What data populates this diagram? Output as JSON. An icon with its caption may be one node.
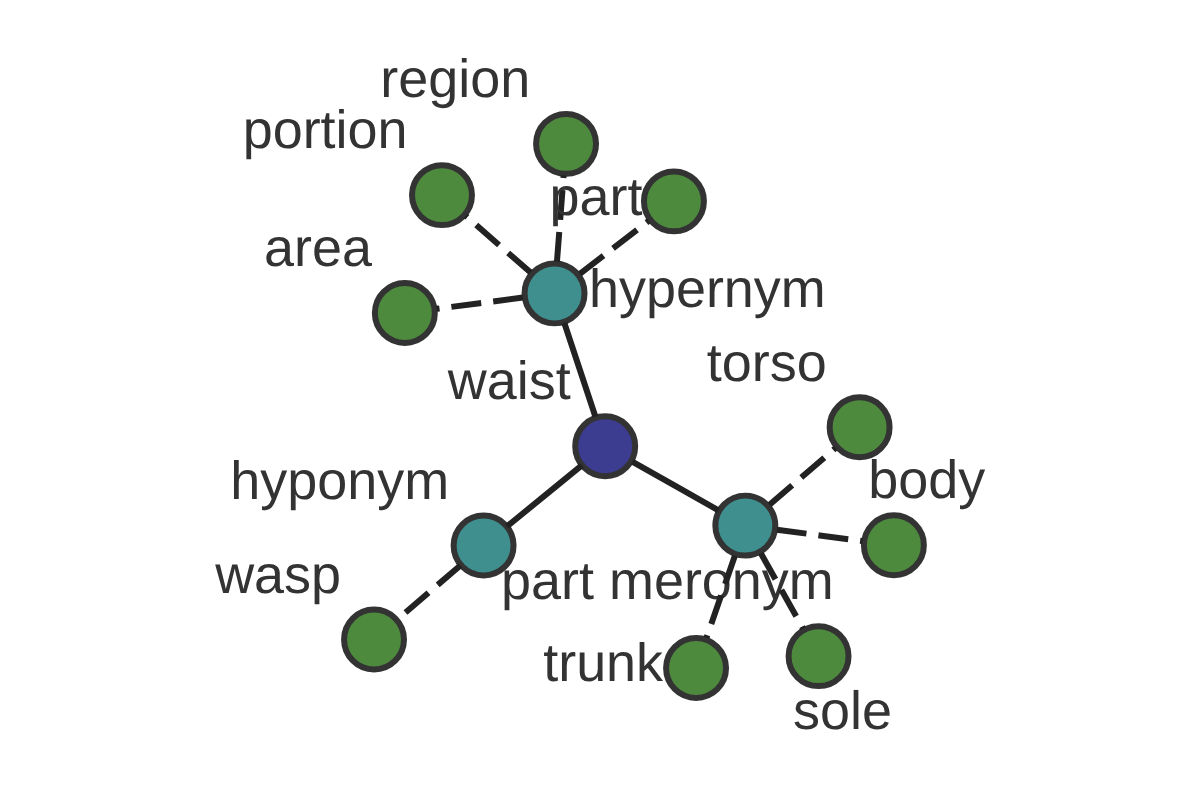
{
  "diagram": {
    "nodes": [
      {
        "text": [
          "waist"
        ]
      },
      {
        "text": [
          "hypernym"
        ]
      },
      {
        "text": [
          "area"
        ]
      },
      {
        "text": [
          "region"
        ]
      },
      {
        "text": [
          "part"
        ]
      },
      {
        "text": [
          "portion"
        ]
      },
      {
        "text": [
          "hyponym"
        ]
      },
      {
        "text": [
          "wasp"
        ]
      },
      {
        "text": [
          "part meronym"
        ]
      },
      {
        "text": [
          "body"
        ]
      },
      {
        "text": [
          "sole"
        ]
      },
      {
        "text": [
          "trunk"
        ]
      },
      {
        "text": [
          "torso"
        ]
      }
    ],
    "edges": [
      {
        "from": 0,
        "to": 1,
        "arrow": "none"
      },
      {
        "from": 0,
        "to": 6,
        "arrow": "none"
      },
      {
        "from": 0,
        "to": 8,
        "arrow": "none"
      },
      {
        "from": 1,
        "to": 2,
        "arrow": "none",
        "style": "dashed"
      },
      {
        "from": 1,
        "to": 3,
        "arrow": "none",
        "style": "dashed"
      },
      {
        "from": 1,
        "to": 4,
        "arrow": "none",
        "style": "dashed"
      },
      {
        "from": 1,
        "to": 5,
        "arrow": "none",
        "style": "dashed"
      },
      {
        "from": 6,
        "to": 7,
        "arrow": "none",
        "style": "dashed"
      },
      {
        "from": 8,
        "to": 9,
        "arrow": "none",
        "style": "dashed"
      },
      {
        "from": 8,
        "to": 10,
        "arrow": "none",
        "style": "dashed"
      },
      {
        "from": 8,
        "to": 11,
        "arrow": "none",
        "style": "dashed"
      },
      {
        "from": 8,
        "to": 12,
        "arrow": "none",
        "style": "dashed"
      }
    ]
  }
}
